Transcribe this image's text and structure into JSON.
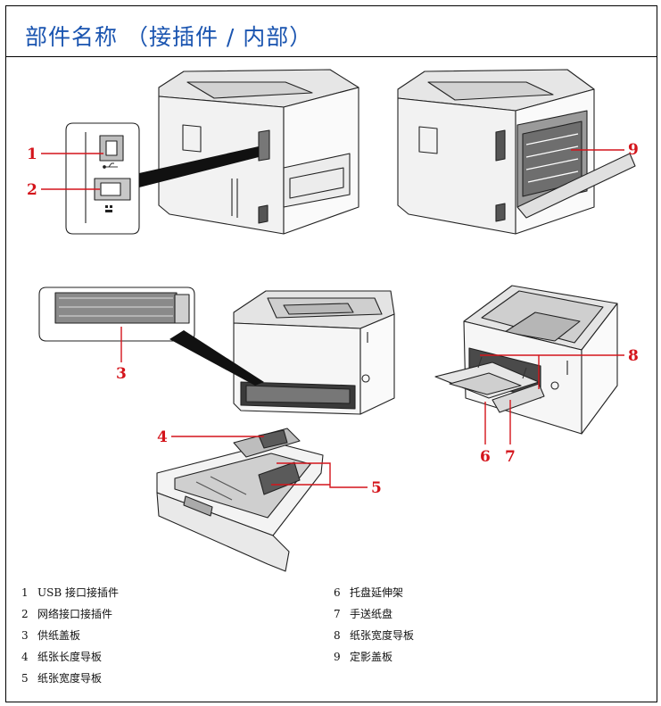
{
  "title": "部件名称 （接插件 / 内部）",
  "callouts": [
    "1",
    "2",
    "3",
    "4",
    "5",
    "6",
    "7",
    "8",
    "9"
  ],
  "legend_left": [
    {
      "num": "1",
      "label": "USB 接口接插件"
    },
    {
      "num": "2",
      "label": "网络接口接插件"
    },
    {
      "num": "3",
      "label": "供纸盖板"
    },
    {
      "num": "4",
      "label": "纸张长度导板"
    },
    {
      "num": "5",
      "label": "纸张宽度导板"
    }
  ],
  "legend_right": [
    {
      "num": "6",
      "label": "托盘延伸架"
    },
    {
      "num": "7",
      "label": "手送纸盘"
    },
    {
      "num": "8",
      "label": "纸张宽度导板"
    },
    {
      "num": "9",
      "label": "定影盖板"
    }
  ],
  "colors": {
    "title": "#1b55b0",
    "callout": "#d4141b",
    "line_art": "#222222"
  },
  "icons": [
    "usb-icon",
    "network-icon"
  ]
}
